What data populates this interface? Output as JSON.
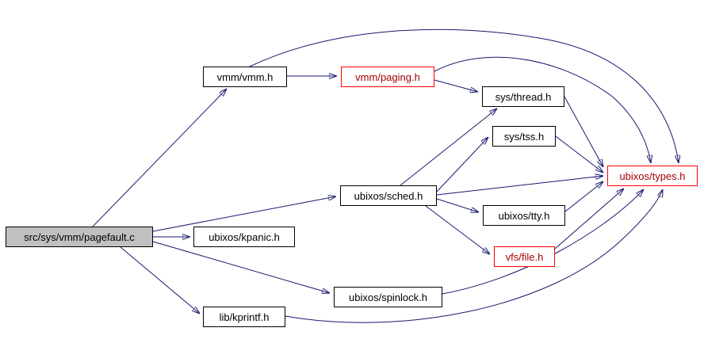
{
  "diagram": {
    "kind": "include-dependency-graph",
    "style": "doxygen-graphviz"
  },
  "colors": {
    "edge": "#191970",
    "node_border": "#000000",
    "truncated_border": "#ff0000",
    "truncated_text": "#a40000",
    "source_fill": "#c0c0c0",
    "background": "#ffffff"
  },
  "nodes": [
    {
      "id": "pagefault",
      "label": "src/sys/vmm/pagefault.c",
      "style": "source"
    },
    {
      "id": "vmm-vmm",
      "label": "vmm/vmm.h",
      "style": "normal"
    },
    {
      "id": "vmm-paging",
      "label": "vmm/paging.h",
      "style": "truncated"
    },
    {
      "id": "sys-thread",
      "label": "sys/thread.h",
      "style": "normal"
    },
    {
      "id": "sys-tss",
      "label": "sys/tss.h",
      "style": "normal"
    },
    {
      "id": "ubixos-types",
      "label": "ubixos/types.h",
      "style": "truncated"
    },
    {
      "id": "ubixos-sched",
      "label": "ubixos/sched.h",
      "style": "normal"
    },
    {
      "id": "ubixos-tty",
      "label": "ubixos/tty.h",
      "style": "normal"
    },
    {
      "id": "vfs-file",
      "label": "vfs/file.h",
      "style": "truncated"
    },
    {
      "id": "ubixos-kpanic",
      "label": "ubixos/kpanic.h",
      "style": "normal"
    },
    {
      "id": "ubixos-spinlock",
      "label": "ubixos/spinlock.h",
      "style": "normal"
    },
    {
      "id": "lib-kprintf",
      "label": "lib/kprintf.h",
      "style": "normal"
    }
  ],
  "edges": [
    {
      "from": "src/sys/vmm/pagefault.c",
      "to": "vmm/vmm.h"
    },
    {
      "from": "src/sys/vmm/pagefault.c",
      "to": "ubixos/kpanic.h"
    },
    {
      "from": "src/sys/vmm/pagefault.c",
      "to": "ubixos/sched.h"
    },
    {
      "from": "src/sys/vmm/pagefault.c",
      "to": "ubixos/spinlock.h"
    },
    {
      "from": "src/sys/vmm/pagefault.c",
      "to": "lib/kprintf.h"
    },
    {
      "from": "vmm/vmm.h",
      "to": "vmm/paging.h"
    },
    {
      "from": "vmm/vmm.h",
      "to": "ubixos/types.h"
    },
    {
      "from": "vmm/paging.h",
      "to": "sys/thread.h"
    },
    {
      "from": "vmm/paging.h",
      "to": "ubixos/types.h"
    },
    {
      "from": "sys/thread.h",
      "to": "ubixos/types.h"
    },
    {
      "from": "sys/tss.h",
      "to": "ubixos/types.h"
    },
    {
      "from": "ubixos/sched.h",
      "to": "sys/thread.h"
    },
    {
      "from": "ubixos/sched.h",
      "to": "sys/tss.h"
    },
    {
      "from": "ubixos/sched.h",
      "to": "ubixos/types.h"
    },
    {
      "from": "ubixos/sched.h",
      "to": "ubixos/tty.h"
    },
    {
      "from": "ubixos/sched.h",
      "to": "vfs/file.h"
    },
    {
      "from": "ubixos/tty.h",
      "to": "ubixos/types.h"
    },
    {
      "from": "vfs/file.h",
      "to": "ubixos/types.h"
    },
    {
      "from": "ubixos/spinlock.h",
      "to": "ubixos/types.h"
    },
    {
      "from": "lib/kprintf.h",
      "to": "ubixos/types.h"
    }
  ]
}
